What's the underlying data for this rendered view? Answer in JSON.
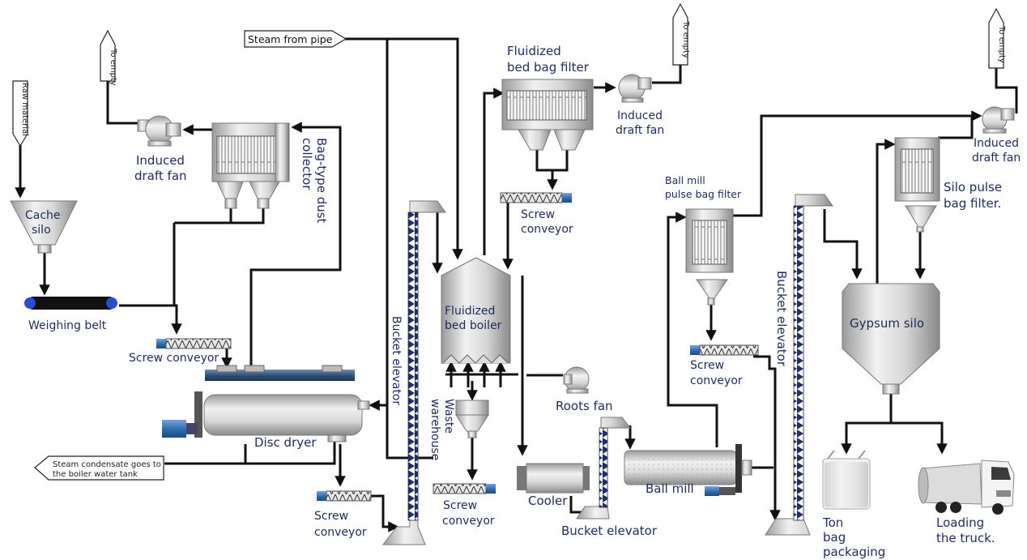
{
  "labels": {
    "raw_material": "Raw material",
    "to_empty": "To empty",
    "steam_from_pipe": "Steam from pipe",
    "cache_silo_1": "Cache",
    "cache_silo_2": "silo",
    "weighing_belt": "Weighing belt",
    "induced_fan_1": "Induced",
    "induced_fan_2": "draft fan",
    "bag_dust_collector_1": "Bag-type dust",
    "bag_dust_collector_2": "collector",
    "screw_conveyor": "Screw conveyor",
    "screw_1": "Screw",
    "screw_2": "conveyor",
    "disc_dryer": "Disc dryer",
    "condensate_1": "Steam condensate goes to",
    "condensate_2": "the boiler water tank",
    "bucket_elevator": "Bucket elevator",
    "fb_filter_1": "Fluidized",
    "fb_filter_2": "bed bag filter",
    "fb_boiler_1": "Fluidized",
    "fb_boiler_2": "bed boiler",
    "waste_1": "Waste",
    "waste_2": "warehouse",
    "roots_fan": "Roots fan",
    "cooler": "Cooler",
    "ball_mill": "Ball mill",
    "ball_mill_filter_1": "Ball mill",
    "ball_mill_filter_2": "pulse bag filter",
    "silo_filter_1": "Silo pulse",
    "silo_filter_2": "bag filter.",
    "gypsum_silo": "Gypsum silo",
    "ton_bag_1": "Ton",
    "ton_bag_2": "bag",
    "ton_bag_3": "packaging",
    "loading_1": "Loading",
    "loading_2": "the truck."
  }
}
